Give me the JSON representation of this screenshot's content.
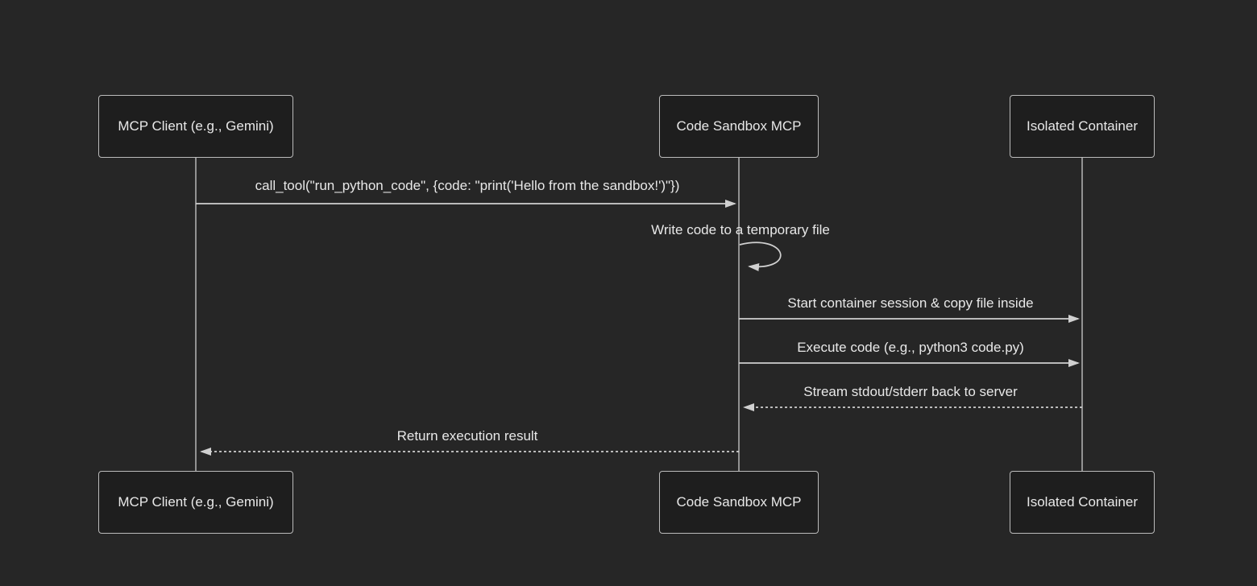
{
  "diagram": {
    "type": "sequence-diagram",
    "theme": {
      "background": "#262626",
      "actor_fill": "#1e1e1e",
      "actor_border": "#bbbbbb",
      "text_color": "#e8e8e8",
      "line_color": "#cfcfcf",
      "lifeline_color": "#b5b5b5"
    },
    "actors": [
      {
        "id": "client",
        "label": "MCP Client (e.g., Gemini)"
      },
      {
        "id": "server",
        "label": "Code Sandbox MCP"
      },
      {
        "id": "container",
        "label": "Isolated Container"
      }
    ],
    "messages": [
      {
        "from": "client",
        "to": "server",
        "style": "solid",
        "text": "call_tool(\"run_python_code\", {code: \"print('Hello from the sandbox!')\"})"
      },
      {
        "from": "server",
        "to": "server",
        "style": "self",
        "text": "Write code to a temporary file"
      },
      {
        "from": "server",
        "to": "container",
        "style": "solid",
        "text": "Start container session & copy file inside"
      },
      {
        "from": "server",
        "to": "container",
        "style": "solid",
        "text": "Execute code (e.g., python3 code.py)"
      },
      {
        "from": "container",
        "to": "server",
        "style": "dashed",
        "text": "Stream stdout/stderr back to server"
      },
      {
        "from": "server",
        "to": "client",
        "style": "dashed",
        "text": "Return execution result"
      }
    ]
  }
}
